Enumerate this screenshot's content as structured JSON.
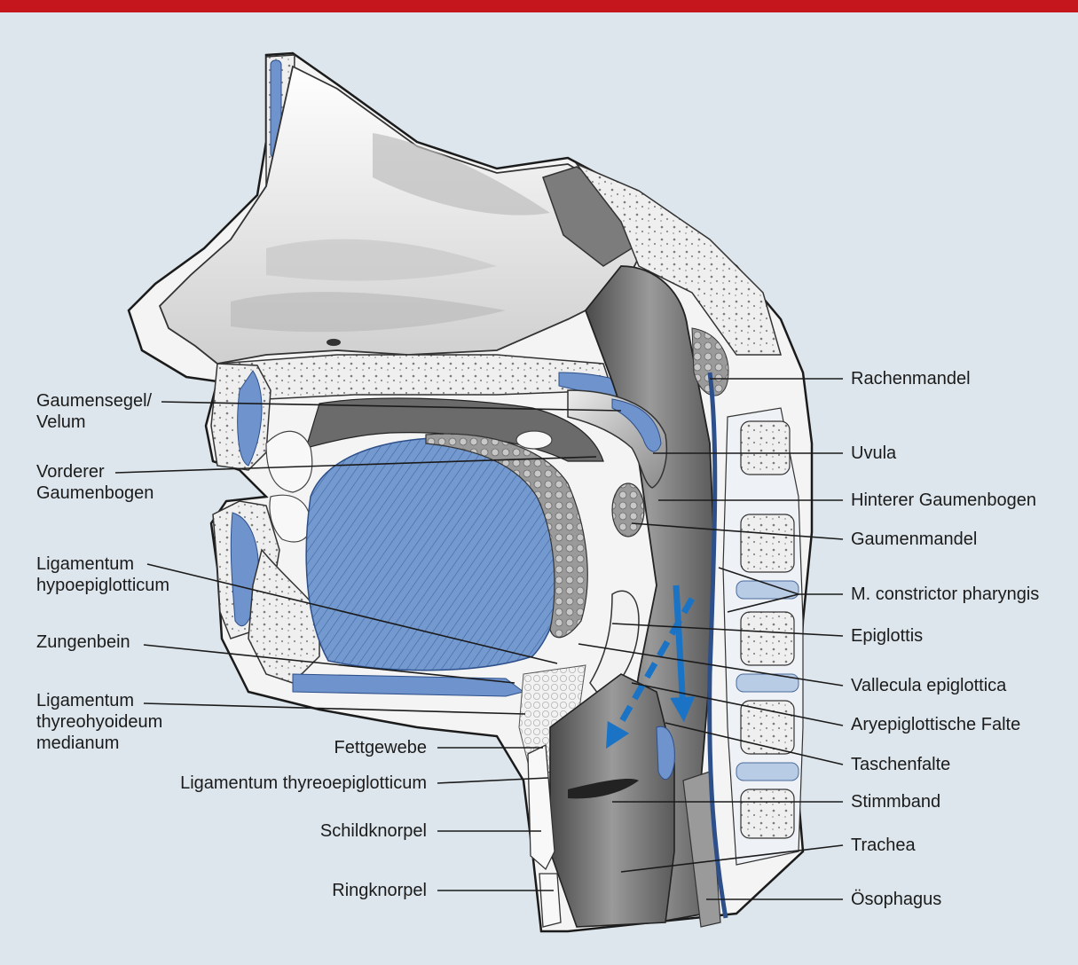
{
  "colors": {
    "accent_bar": "#c4161c",
    "background": "#dde6ec",
    "muscle_blue": "#6f93cc",
    "arrow_blue": "#1a73c4",
    "leader_line": "#1b1b1b"
  },
  "labels": {
    "left": {
      "gaumensegel": "Gaumensegel/\nVelum",
      "vorderer_gaumenbogen": "Vorderer\nGaumenbogen",
      "lig_hypoepiglotticum": "Ligamentum\nhypoepiglotticum",
      "zungenbein": "Zungenbein",
      "lig_thyreohyoideum": "Ligamentum\nthyreohyoideum\nmedianum"
    },
    "center": {
      "fettgewebe": "Fettgewebe",
      "lig_thyreoepiglotticum": "Ligamentum thyreoepiglotticum",
      "schildknorpel": "Schildknorpel",
      "ringknorpel": "Ringknorpel"
    },
    "right": {
      "rachenmandel": "Rachenmandel",
      "uvula": "Uvula",
      "hinterer_gaumenbogen": "Hinterer Gaumenbogen",
      "gaumenmandel": "Gaumenmandel",
      "constrictor": "M. constrictor pharyngis",
      "epiglottis": "Epiglottis",
      "vallecula": "Vallecula epiglottica",
      "aryepiglottische": "Aryepiglottische Falte",
      "taschenfalte": "Taschenfalte",
      "stimmband": "Stimmband",
      "trachea": "Trachea",
      "oesophagus": "Ösophagus"
    }
  }
}
